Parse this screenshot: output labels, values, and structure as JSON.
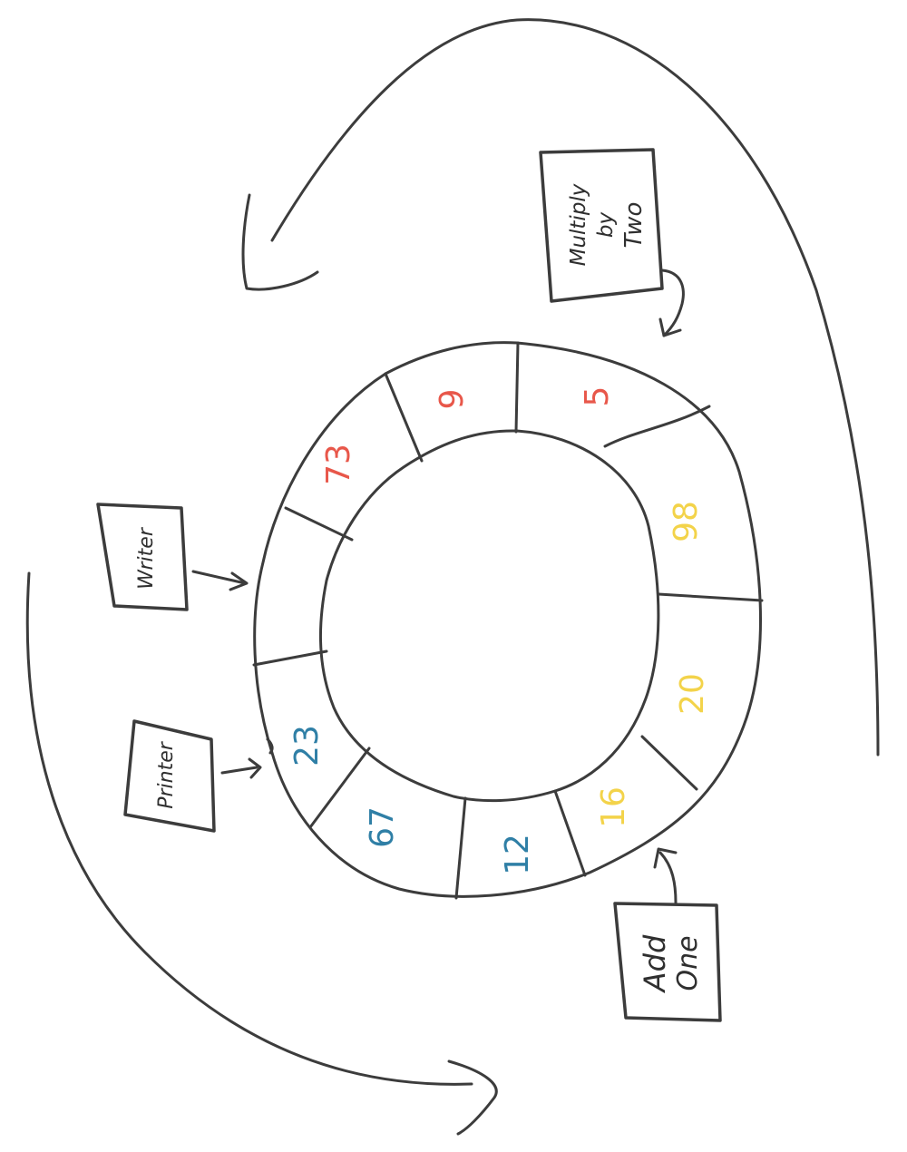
{
  "buffer_slots": [
    {
      "value": "73",
      "color": "#e8574a"
    },
    {
      "value": "9",
      "color": "#e8574a"
    },
    {
      "value": "5",
      "color": "#e8574a"
    },
    {
      "value": "98",
      "color": "#f3d34a"
    },
    {
      "value": "20",
      "color": "#f3d34a"
    },
    {
      "value": "16",
      "color": "#f3d34a"
    },
    {
      "value": "12",
      "color": "#2f7fa6"
    },
    {
      "value": "67",
      "color": "#2f7fa6"
    },
    {
      "value": "23",
      "color": "#2f7fa6"
    }
  ],
  "boxes": {
    "multiply": {
      "line1": "Multiply",
      "line2": "by",
      "line3": "Two"
    },
    "writer": {
      "label": "Writer"
    },
    "printer": {
      "label": "Printer"
    },
    "add_one": {
      "line1": "Add",
      "line2": "One"
    }
  }
}
